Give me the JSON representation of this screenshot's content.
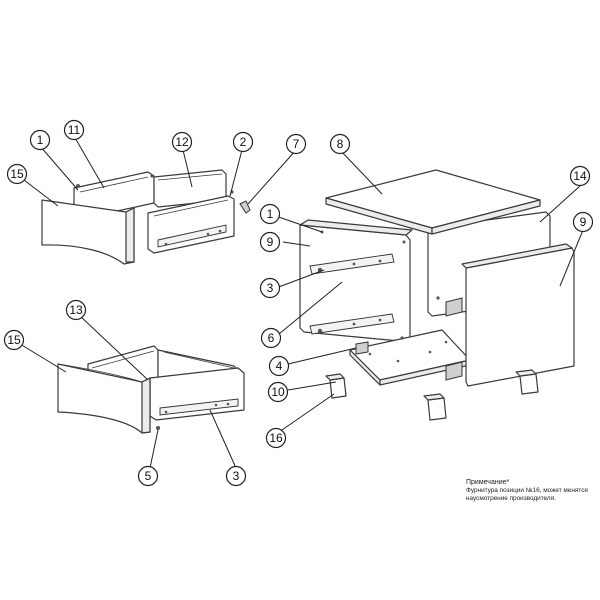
{
  "callouts": {
    "c1a": "1",
    "c11": "11",
    "c12": "12",
    "c2": "2",
    "c15a": "15",
    "c7": "7",
    "c8": "8",
    "c14": "14",
    "c9a": "9",
    "c1b": "1",
    "c9b": "9",
    "c3a": "3",
    "c6": "6",
    "c4": "4",
    "c10": "10",
    "c16": "16",
    "c13": "13",
    "c15b": "15",
    "c5": "5",
    "c3b": "3"
  },
  "note": {
    "title": "Примечание*",
    "line1_prefix": "Фурнитура позиции",
    "line1_highlight": "№16,",
    "line1_suffix": "может менятся",
    "line2": "наусмотрение производителя."
  }
}
